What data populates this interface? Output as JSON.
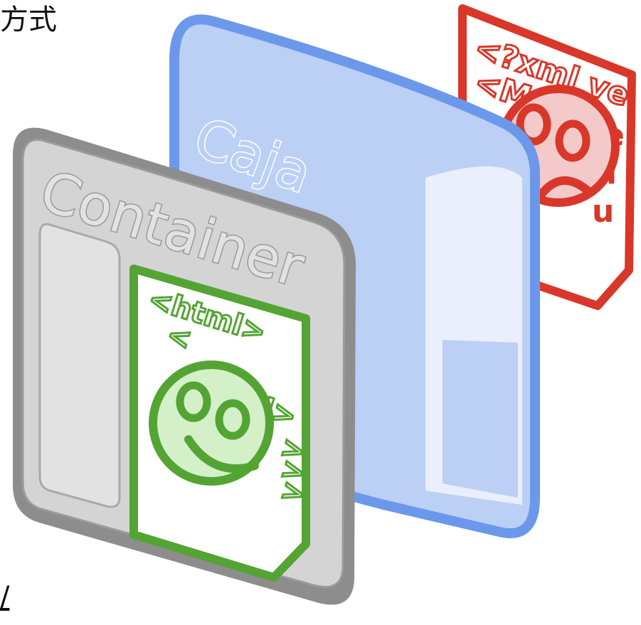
{
  "labels": {
    "top_fragment": "方式",
    "bottom_fragment": "/",
    "caja": "Caja",
    "container": "Container",
    "xml_lines": [
      "<?xml ve",
      "<M",
      "e",
      "l",
      "u"
    ],
    "html_lines": [
      "<html>",
      "<",
      "d>",
      ">",
      ">",
      ">"
    ]
  },
  "colors": {
    "caja_fill": "#bccff5",
    "caja_stroke": "#6b98eb",
    "caja_highlight": "#e9effc",
    "container_fill": "#d4d4d4",
    "container_stroke": "#8d8d8d",
    "green": "#54a434",
    "green_face": "#d3f0c9",
    "red": "#d8372a",
    "red_face": "#f3c9c9"
  },
  "icons": {
    "green_doc": "smiley-face-icon",
    "red_doc": "sad-face-icon"
  }
}
